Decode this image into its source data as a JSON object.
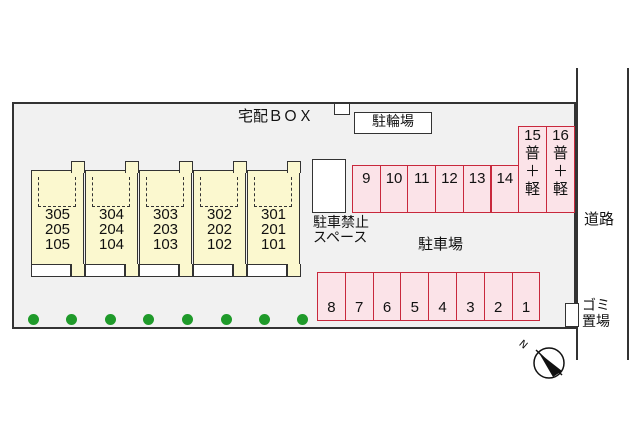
{
  "buildings": [
    {
      "units": [
        "305",
        "205",
        "105"
      ]
    },
    {
      "units": [
        "304",
        "204",
        "104"
      ]
    },
    {
      "units": [
        "303",
        "203",
        "103"
      ]
    },
    {
      "units": [
        "302",
        "202",
        "102"
      ]
    },
    {
      "units": [
        "301",
        "201",
        "101"
      ]
    }
  ],
  "labels": {
    "delivery_box": "宅配ＢＯＸ",
    "bicycle_parking": "駐輪場",
    "no_parking_line1": "駐車禁止",
    "no_parking_line2": "スペース",
    "parking": "駐車場",
    "road": "道路",
    "garbage_line1": "ゴミ",
    "garbage_line2": "置場"
  },
  "parking_top": [
    "9",
    "10",
    "11",
    "12",
    "13",
    "14"
  ],
  "parking_tall": [
    {
      "num": "15",
      "type": [
        "普",
        "＋",
        "軽"
      ]
    },
    {
      "num": "16",
      "type": [
        "普",
        "＋",
        "軽"
      ]
    }
  ],
  "parking_bottom": [
    "8",
    "7",
    "6",
    "5",
    "4",
    "3",
    "2",
    "1"
  ],
  "colors": {
    "building": "#fbf8cf",
    "parking": "#fbe3e8",
    "parking_border": "#c8283c",
    "tree": "#1f9a2a"
  },
  "compass": "north-arrow"
}
